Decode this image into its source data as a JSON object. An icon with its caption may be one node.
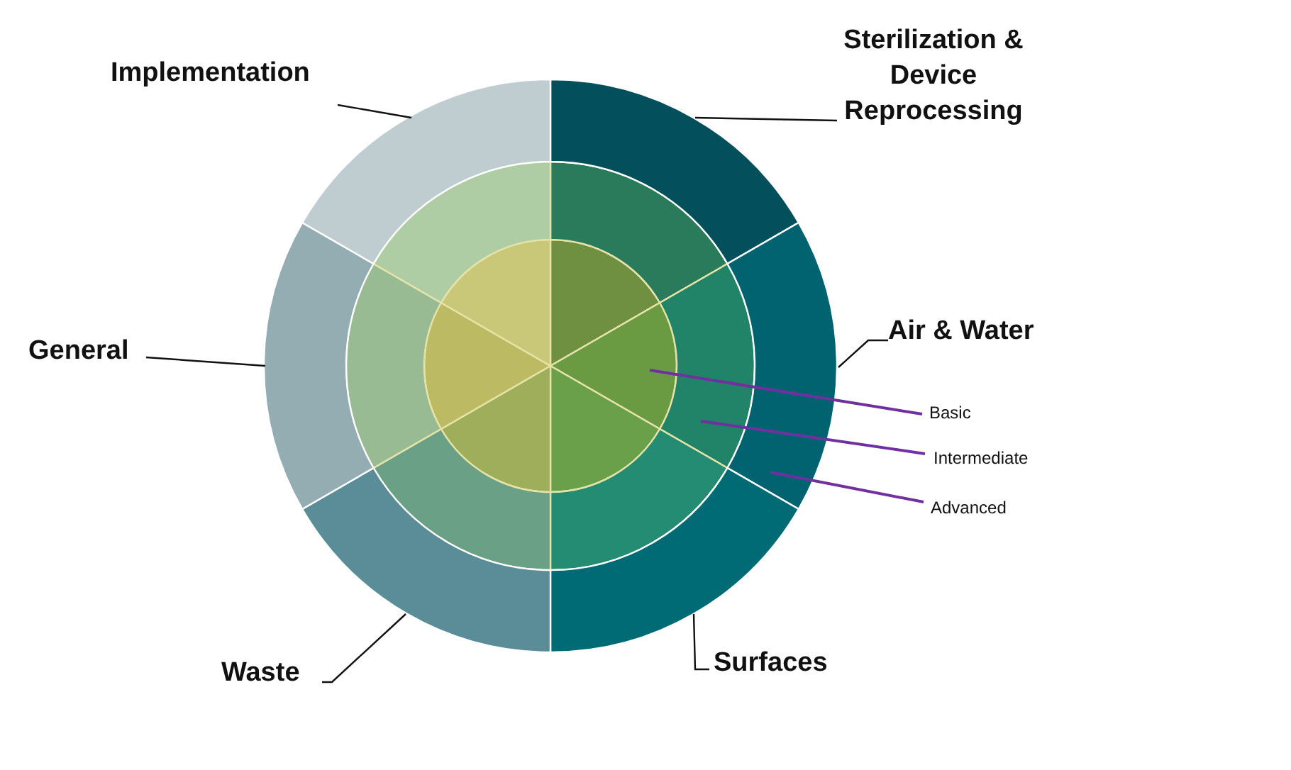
{
  "diagram": {
    "nodes": [
      {
        "text": [
          "Sterilization & Device Reprocessing"
        ]
      },
      {
        "text": [
          "Implementation"
        ]
      },
      {
        "text": [
          "Air & Water"
        ]
      },
      {
        "text": [
          "General"
        ]
      },
      {
        "text": [
          "Basic"
        ]
      },
      {
        "text": [
          "Intermediate"
        ]
      },
      {
        "text": [
          "Advanced"
        ]
      },
      {
        "text": [
          "Surfaces"
        ]
      },
      {
        "text": [
          "Waste"
        ]
      },
      {
        "text": [],
        "shape": "sector"
      },
      {
        "text": [],
        "shape": "sector"
      },
      {
        "text": [],
        "shape": "sector"
      },
      {
        "text": [],
        "shape": "sector"
      },
      {
        "text": [],
        "shape": "sector"
      },
      {
        "text": [],
        "shape": "sector"
      },
      {
        "text": [],
        "shape": "sector"
      },
      {
        "text": [],
        "shape": "sector"
      },
      {
        "text": [],
        "shape": "sector"
      },
      {
        "text": [],
        "shape": "sector"
      },
      {
        "text": [],
        "shape": "sector"
      },
      {
        "text": [],
        "shape": "sector"
      },
      {
        "text": [],
        "shape": "sector"
      },
      {
        "text": [],
        "shape": "sector"
      },
      {
        "text": [],
        "shape": "sector"
      },
      {
        "text": [],
        "shape": "sector"
      },
      {
        "text": [],
        "shape": "sector"
      },
      {
        "text": [],
        "shape": "sector"
      }
    ],
    "edges": [
      {
        "from": 0,
        "to": 9,
        "arrow": "none"
      },
      {
        "from": 1,
        "to": 14,
        "arrow": "none"
      },
      {
        "from": 2,
        "to": 10,
        "arrow": "none"
      },
      {
        "from": 3,
        "to": 13,
        "arrow": "none"
      },
      {
        "from": 4,
        "to": 22,
        "arrow": "none",
        "color": "#7030a0"
      },
      {
        "from": 5,
        "to": 16,
        "arrow": "none",
        "color": "#7030a0"
      },
      {
        "from": 6,
        "to": 10,
        "arrow": "none",
        "color": "#7030a0"
      },
      {
        "from": 7,
        "to": 11,
        "arrow": "none"
      },
      {
        "from": 8,
        "to": 12,
        "arrow": "none"
      }
    ]
  }
}
